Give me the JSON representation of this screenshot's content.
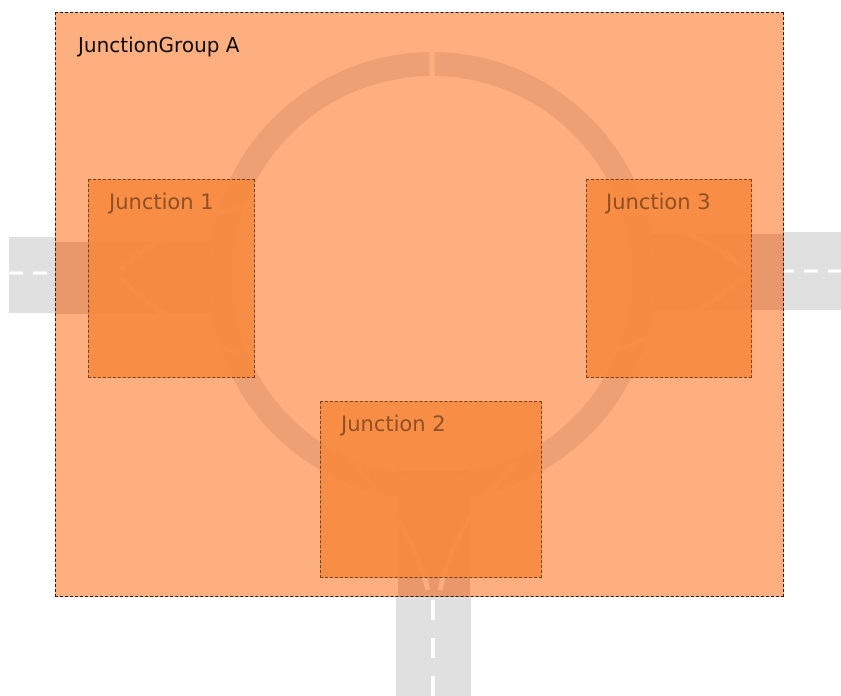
{
  "diagram": {
    "group": {
      "label": "JunctionGroup A"
    },
    "junctions": [
      {
        "id": "j1",
        "label": "Junction 1"
      },
      {
        "id": "j2",
        "label": "Junction 2"
      },
      {
        "id": "j3",
        "label": "Junction 3"
      }
    ]
  },
  "colors": {
    "group_fill": "#fdaf7f",
    "junction_fill": "#f8873a",
    "road": "#e0e0e0",
    "road_overlay": "#f0a070",
    "lane_marking": "#ffffff",
    "border": "#1e1e1e"
  }
}
